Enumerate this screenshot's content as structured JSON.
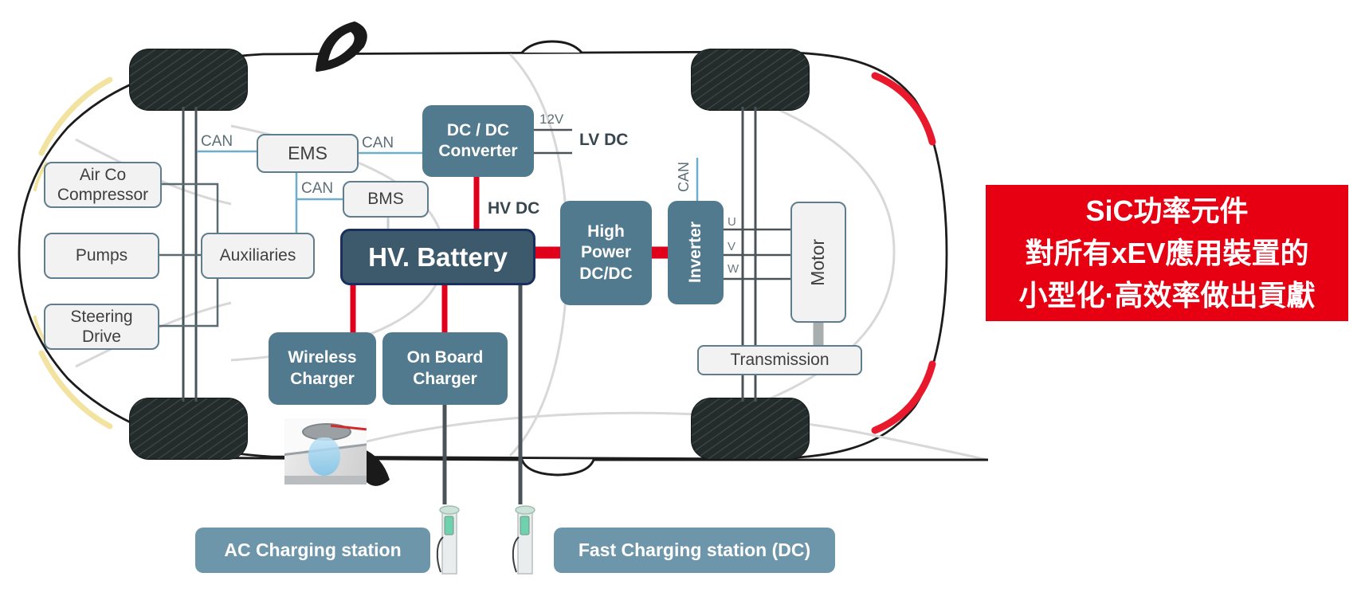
{
  "diagram": {
    "boxes": {
      "air_co": "Air Co\nCompressor",
      "pumps": "Pumps",
      "steering": "Steering\nDrive",
      "auxiliaries": "Auxiliaries",
      "ems": "EMS",
      "bms": "BMS",
      "dcdc": "DC / DC\nConverter",
      "hv_battery": "HV. Battery",
      "high_power": "High\nPower\nDC/DC",
      "inverter": "Inverter",
      "motor": "Motor",
      "transmission": "Transmission",
      "wireless": "Wireless\nCharger",
      "onboard": "On Board\nCharger"
    },
    "wire_labels": {
      "can_left": "CAN",
      "can_mid": "CAN",
      "can_right": "CAN",
      "can_inverter": "CAN",
      "v12": "12V",
      "lv_dc": "LV DC",
      "hv_dc": "HV DC",
      "u": "U",
      "v": "V",
      "w": "W"
    },
    "stations": {
      "ac": "AC Charging station",
      "fast": "Fast Charging station (DC)"
    }
  },
  "banner": {
    "lines": [
      "SiC功率元件",
      "對所有xEV應用裝置的",
      "小型化·高效率做出貢獻"
    ]
  },
  "colors": {
    "component_teal": "#527a8e",
    "station_teal": "#6e96ab",
    "battery_dark": "#3c5a6b",
    "battery_border": "#1a2f5e",
    "power_red": "#e0001b",
    "banner_red": "#e60012",
    "can_blue": "#6faecb",
    "wire_gray": "#4a5458",
    "headlight_yellow": "#f2e3a0",
    "taillight_red": "#e8192c"
  }
}
